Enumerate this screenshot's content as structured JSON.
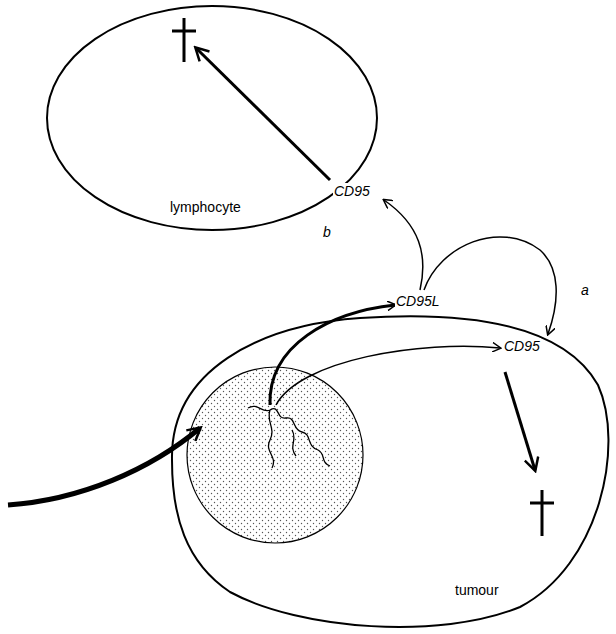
{
  "diagram": {
    "nodes": [
      {
        "text": [
          "lymphocyte"
        ]
      },
      {
        "text": [
          "tumour"
        ]
      }
    ],
    "labels": [
      "CD95",
      "CD95L",
      "CD95",
      "a",
      "b"
    ]
  }
}
